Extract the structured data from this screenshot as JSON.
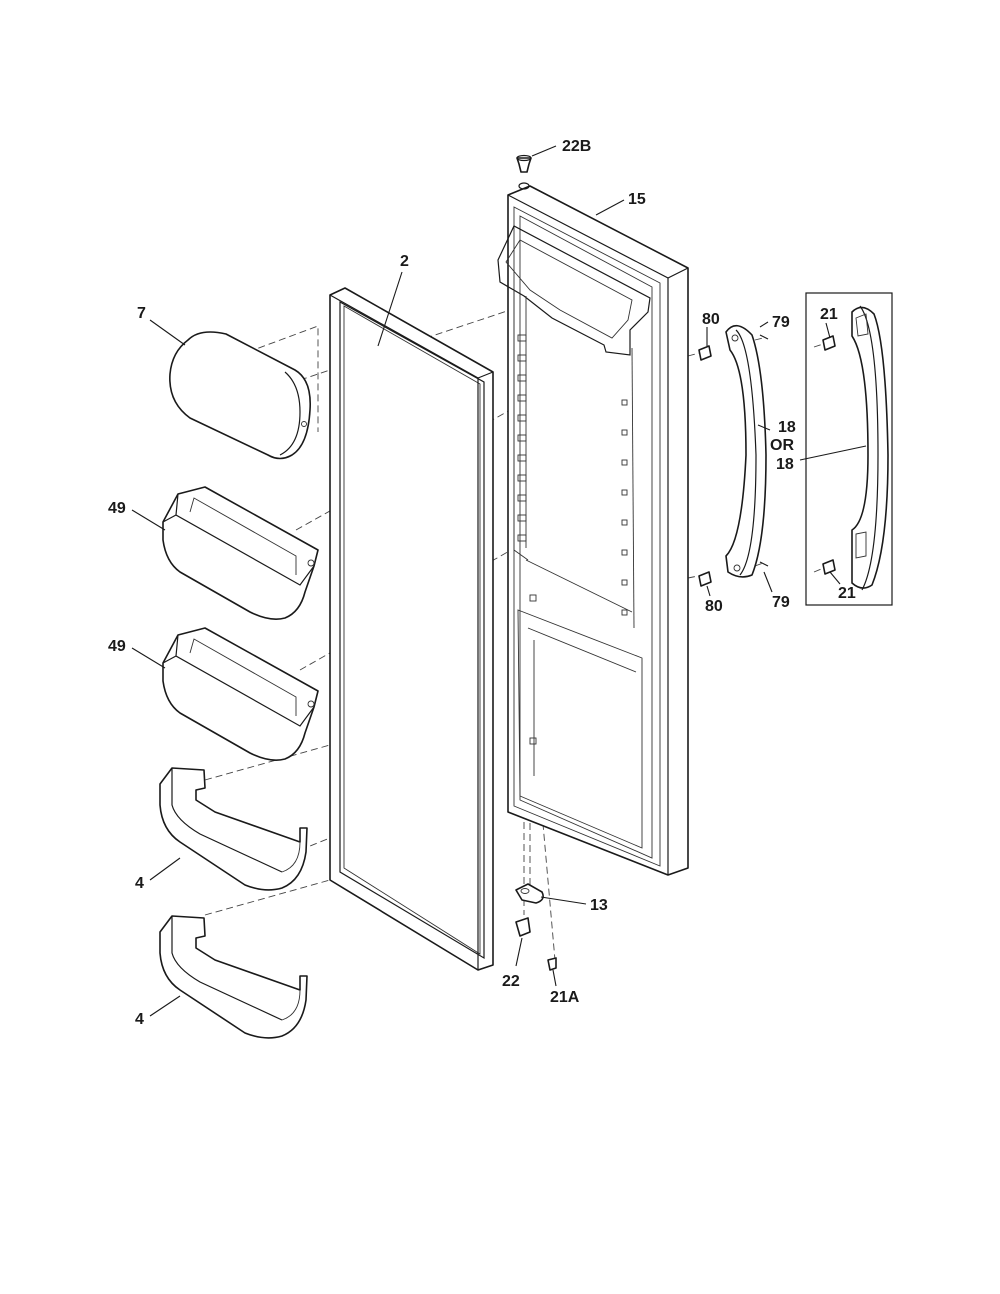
{
  "callouts": {
    "c22b": "22B",
    "c15": "15",
    "c2": "2",
    "c7": "7",
    "c80_top": "80",
    "c79_top": "79",
    "c21_top": "21",
    "c18_a": "18",
    "c_or": "OR",
    "c18_b": "18",
    "c49_a": "49",
    "c49_b": "49",
    "c80_bottom": "80",
    "c79_bottom": "79",
    "c21_bottom": "21",
    "c4_a": "4",
    "c4_b": "4",
    "c13": "13",
    "c22": "22",
    "c21a": "21A"
  }
}
